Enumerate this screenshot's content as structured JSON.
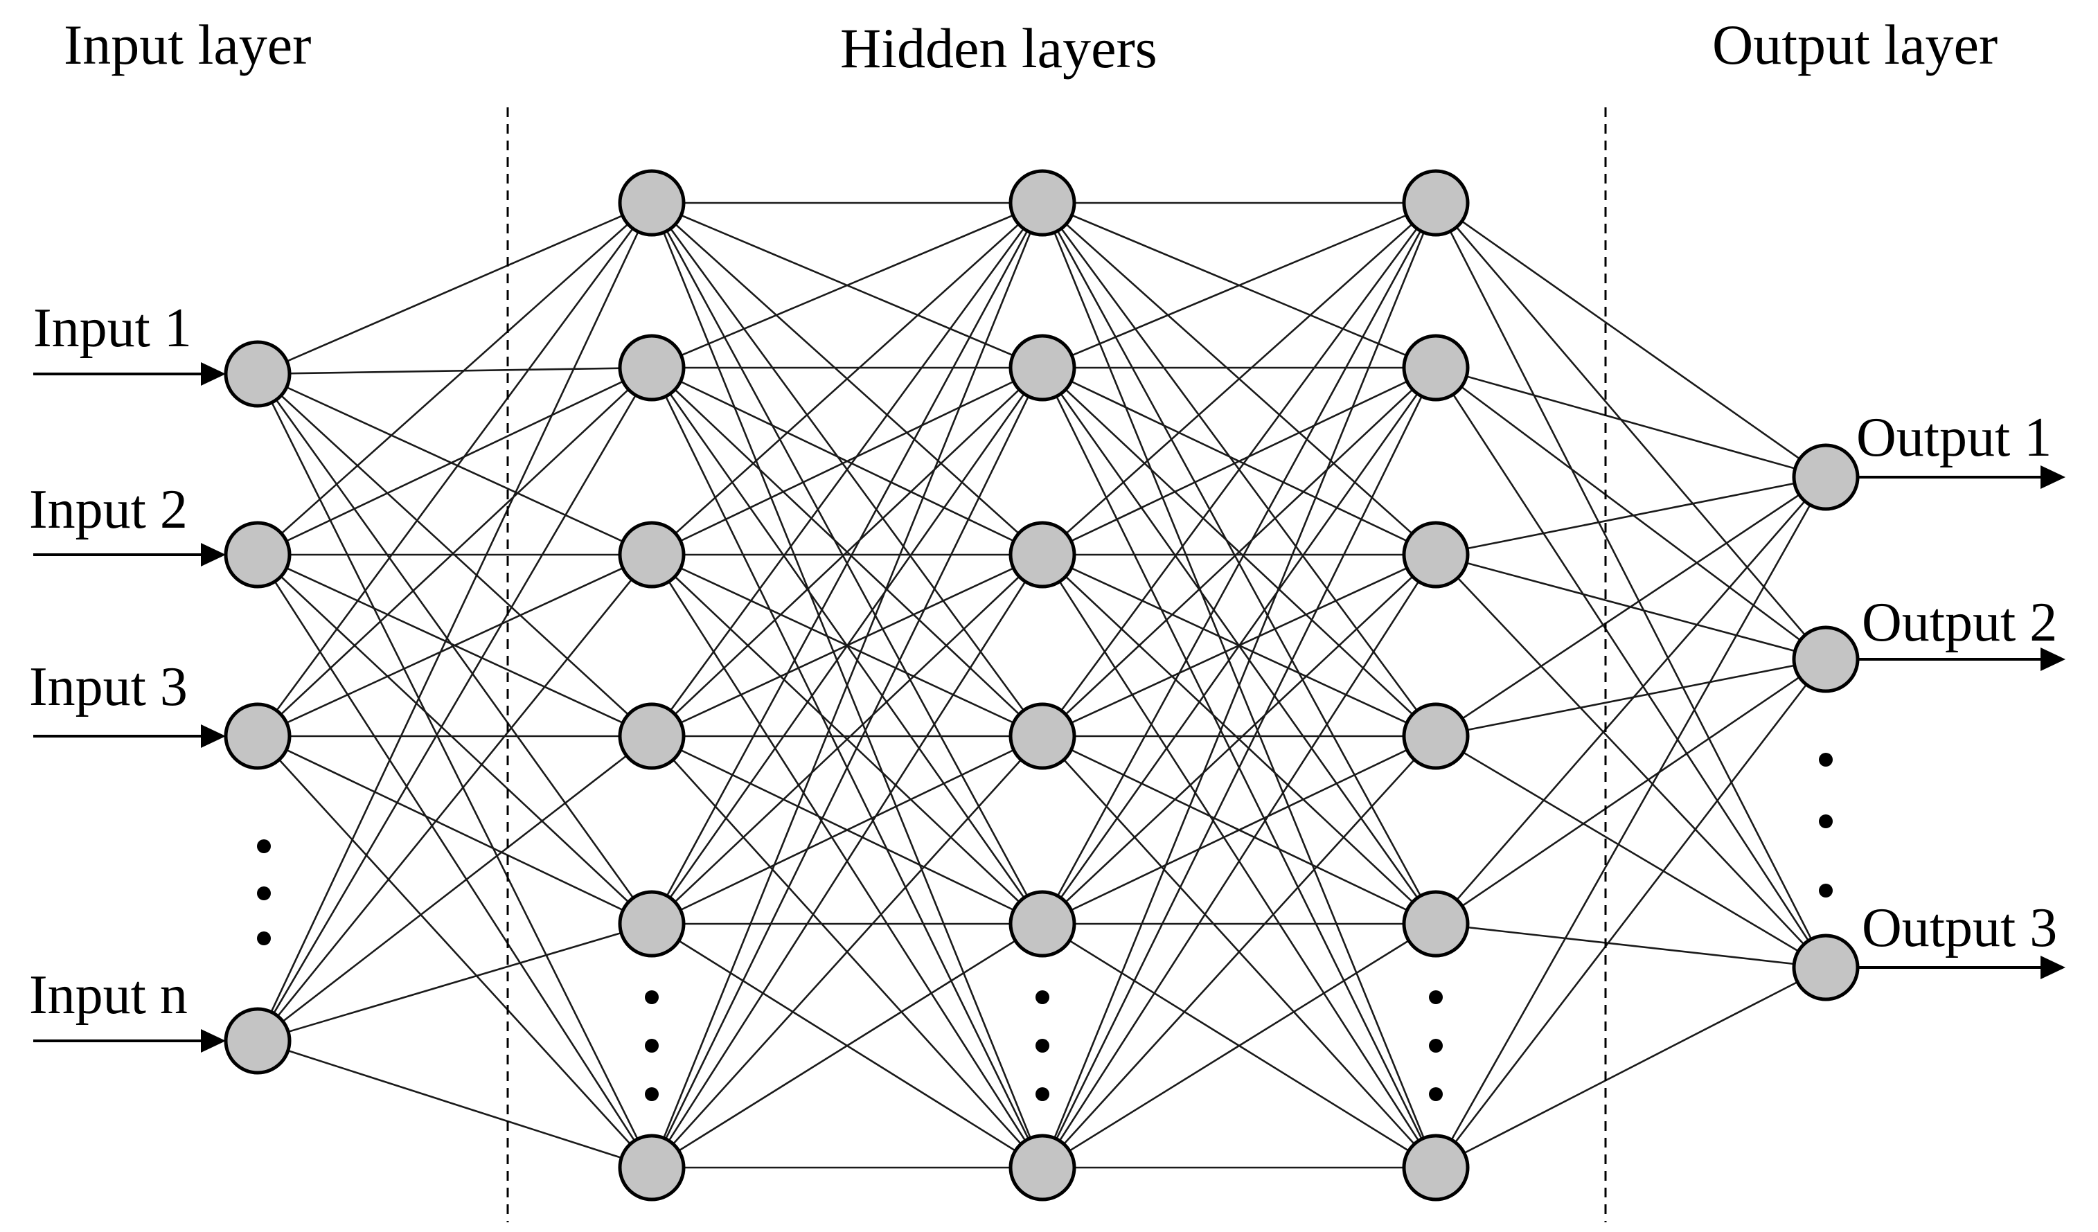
{
  "sections": {
    "input": "Input layer",
    "hidden": "Hidden layers",
    "output": "Output layer"
  },
  "inputs": [
    "Input 1",
    "Input 2",
    "Input 3",
    "Input n"
  ],
  "outputs": [
    "Output 1",
    "Output 2",
    "Output 3"
  ],
  "colors": {
    "node_fill": "#c4c4c4",
    "node_stroke": "#000000",
    "edge": "#1a1a1a"
  }
}
